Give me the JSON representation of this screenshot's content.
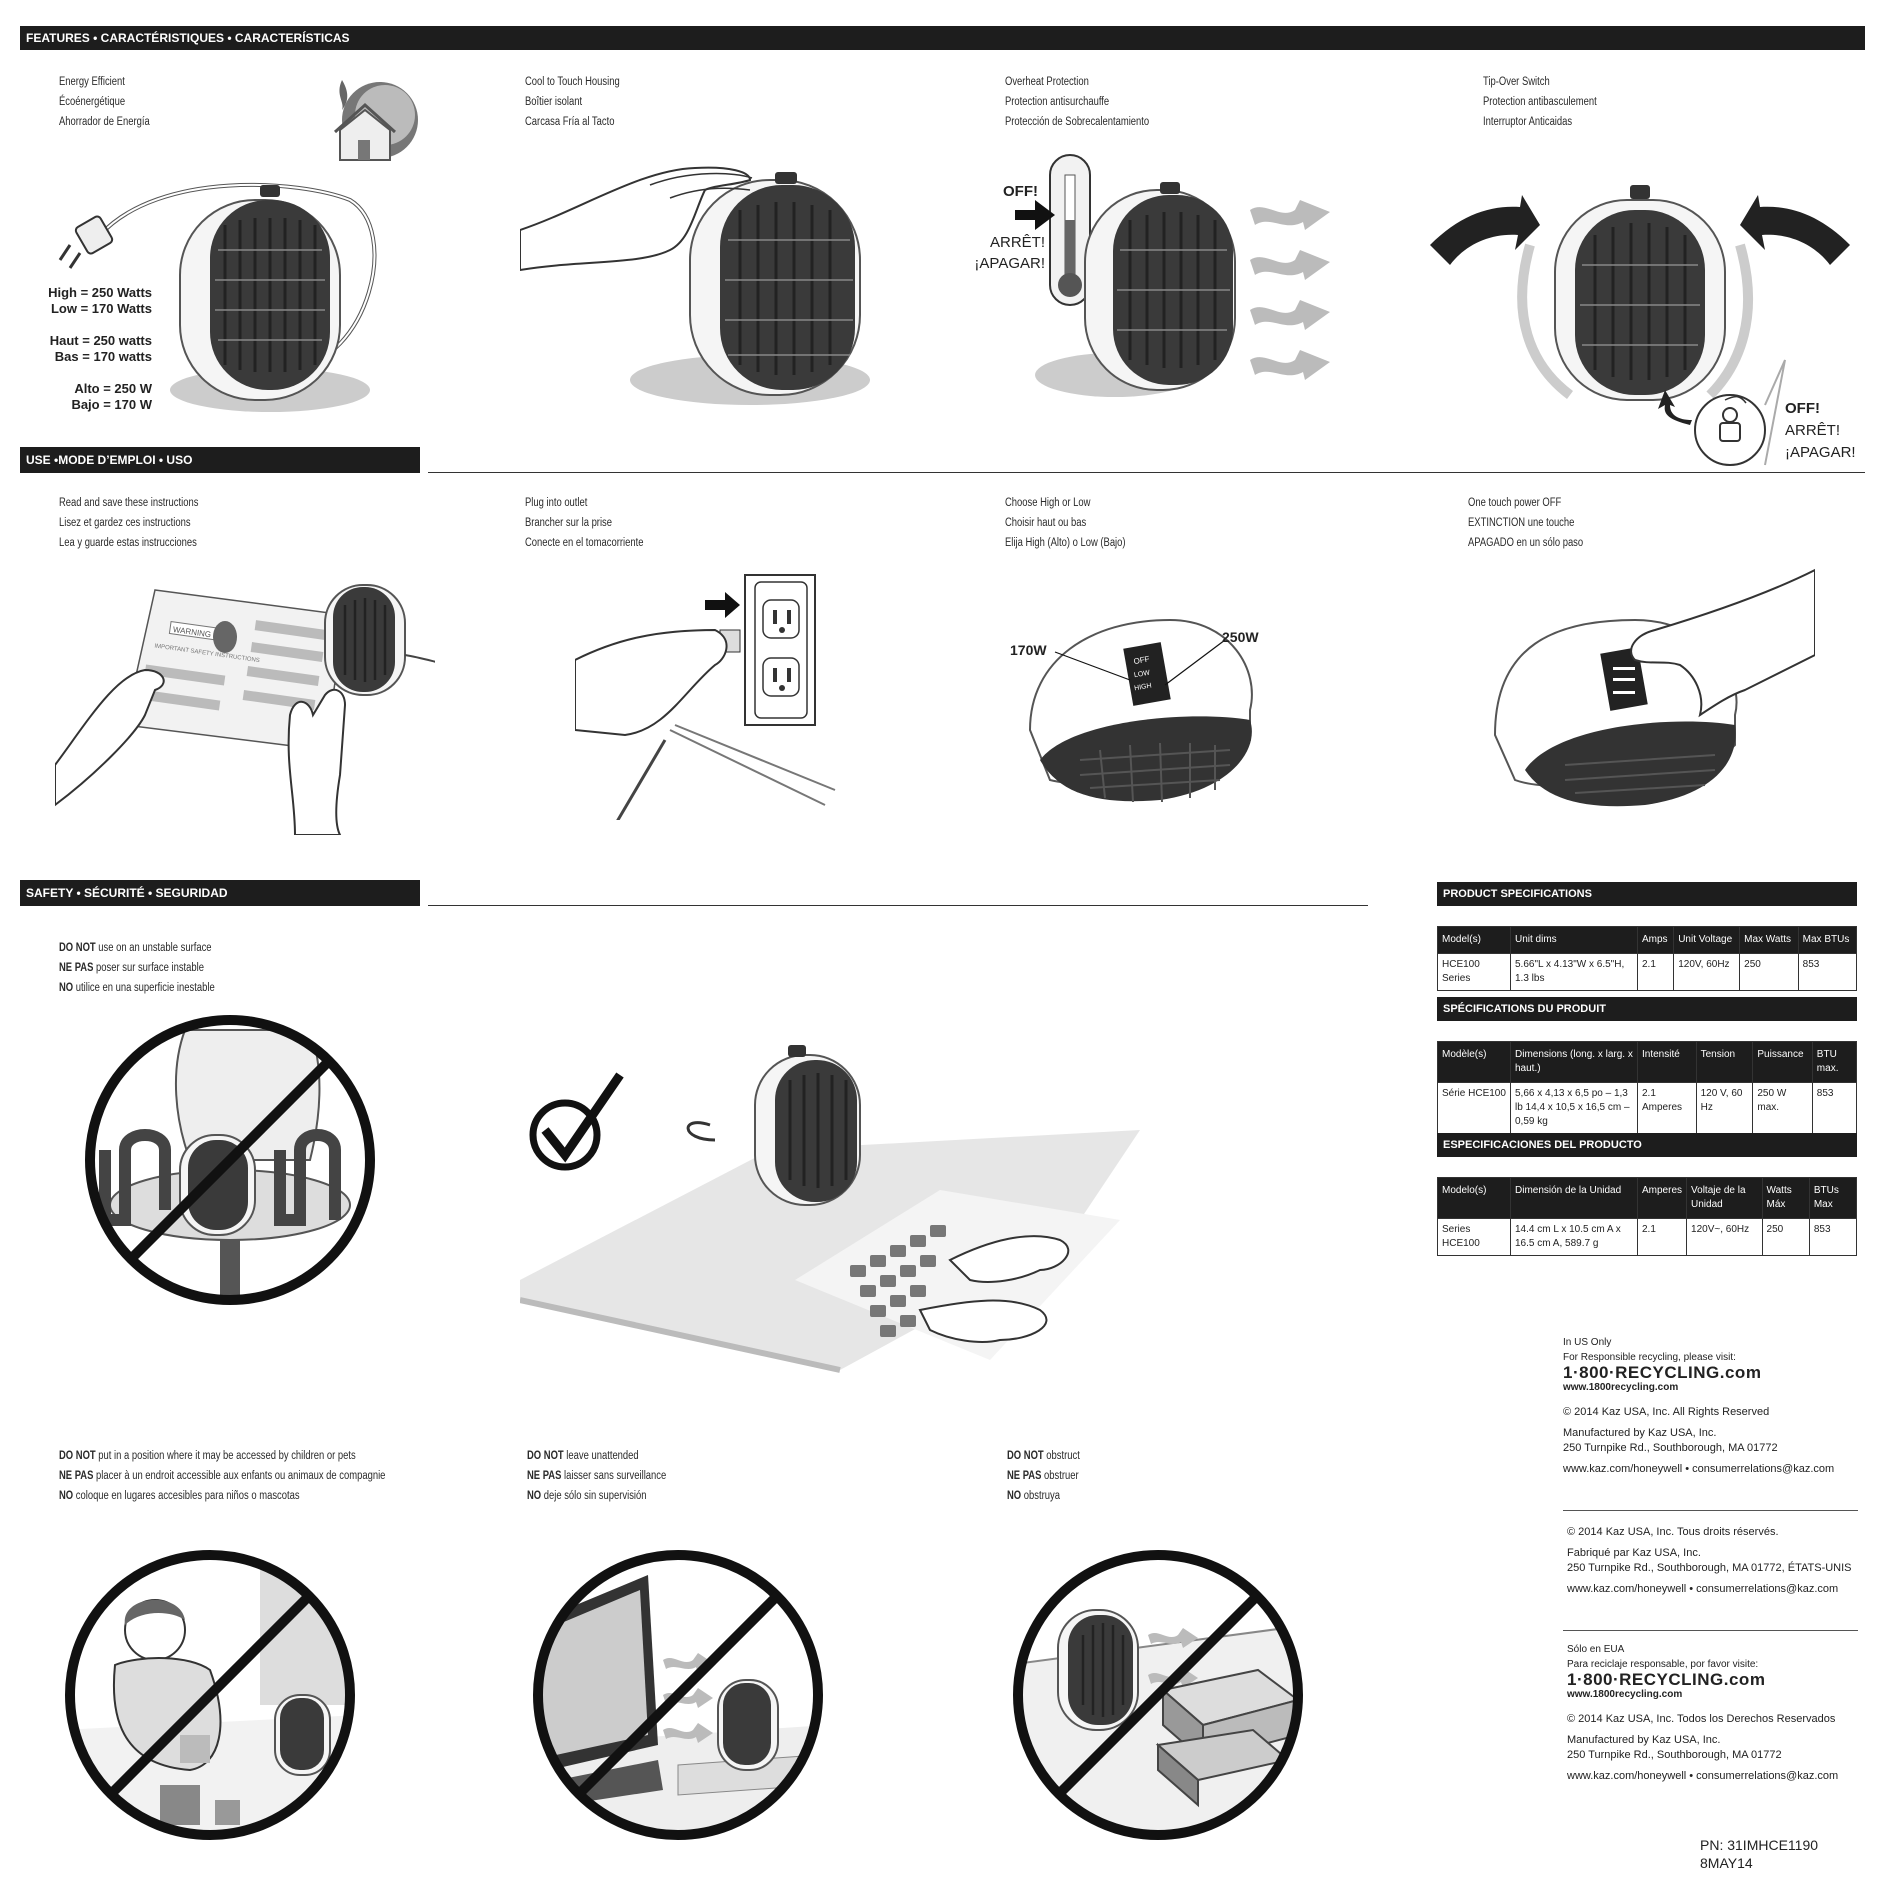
{
  "sections": {
    "features": "FEATURES • CARACTÉRISTIQUES • CARACTERÍSTICAS",
    "use": "USE •MODE D’EMPLOI • USO",
    "safety": "SAFETY • SÉCURITÉ •  SEGURIDAD"
  },
  "features": [
    {
      "l1": "Energy Efficient",
      "l2": "Écoénergétique",
      "l3": "Ahorrador de Energía"
    },
    {
      "l1": "Cool to Touch Housing",
      "l2": "Boîtier isolant",
      "l3": "Carcasa Fría al Tacto"
    },
    {
      "l1": "Overheat Protection",
      "l2": "Protection antisurchauffe",
      "l3": "Protección de Sobrecalentamiento"
    },
    {
      "l1": "Tip-Over Switch",
      "l2": "Protection antibasculement",
      "l3": "Interruptor Anticaidas"
    }
  ],
  "watts": {
    "en1": "High = 250 Watts",
    "en2": "Low = 170 Watts",
    "fr1": "Haut = 250 watts",
    "fr2": "Bas = 170 watts",
    "es1": "Alto = 250 W",
    "es2": "Bajo = 170 W"
  },
  "off_labels": {
    "en": "OFF!",
    "fr": "ARRÊT!",
    "es": "¡APAGAR!"
  },
  "use": [
    {
      "l1": "Read and save these instructions",
      "l2": "Lisez et gardez ces instructions",
      "l3": "Lea y guarde estas instrucciones"
    },
    {
      "l1": "Plug into outlet",
      "l2": "Brancher sur la prise",
      "l3": "Conecte en el tomacorriente"
    },
    {
      "l1": "Choose High or Low",
      "l2": "Choisir haut ou bas",
      "l3": "Elija High (Alto) o Low (Bajo)"
    },
    {
      "l1": "One touch power OFF",
      "l2": "EXTINCTION une touche",
      "l3": "APAGADO en un sólo paso"
    }
  ],
  "use_ill": {
    "warning": "WARNING",
    "safety": "IMPORTANT SAFETY INSTRUCTIONS",
    "w170": "170W",
    "w250": "250W",
    "sw_off": "OFF",
    "sw_low": "LOW",
    "sw_high": "HIGH"
  },
  "safety": [
    {
      "b1": "DO NOT",
      "t1": " use on an unstable surface",
      "b2": "NE PAS",
      "t2": " poser sur surface instable",
      "b3": "NO",
      "t3": " utilice en una superficie inestable"
    },
    {
      "b1": "DO NOT",
      "t1": " put in a position where it may be accessed by children or pets",
      "b2": "NE PAS",
      "t2": " placer à un endroit accessible aux enfants ou animaux de compagnie",
      "b3": "NO",
      "t3": " coloque en lugares accesibles para niños o mascotas"
    },
    {
      "b1": "DO NOT",
      "t1": " leave unattended",
      "b2": "NE PAS",
      "t2": " laisser sans surveillance",
      "b3": "NO",
      "t3": " deje sólo sin supervisión"
    },
    {
      "b1": "DO NOT",
      "t1": " obstruct",
      "b2": "NE PAS",
      "t2": " obstruer",
      "b3": "NO",
      "t3": " obstruya"
    }
  ],
  "specs": {
    "en": {
      "title": "PRODUCT SPECIFICATIONS",
      "headers": [
        "Model(s)",
        "Unit dims",
        "Amps",
        "Unit Voltage",
        "Max Watts",
        "Max BTUs"
      ],
      "row": [
        "HCE100 Series",
        "5.66\"L x 4.13\"W x 6.5\"H, 1.3 lbs",
        "2.1",
        "120V, 60Hz",
        "250",
        "853"
      ]
    },
    "fr": {
      "title": "SPÉCIFICATIONS DU PRODUIT",
      "headers": [
        "Modèle(s)",
        "Dimensions (long. x larg. x haut.)",
        "Intensité",
        "Tension",
        "Puissance",
        "BTU max."
      ],
      "row": [
        "Série HCE100",
        "5,66 x 4,13 x 6,5 po – 1,3 lb 14,4 x 10,5 x 16,5 cm – 0,59 kg",
        "2.1 Amperes",
        "120 V, 60 Hz",
        "250 W max.",
        "853"
      ]
    },
    "es": {
      "title": "ESPECIFICACIONES DEL PRODUCTO",
      "headers": [
        "Modelo(s)",
        "Dimensión de la Unidad",
        "Amperes",
        "Voltaje de la Unidad",
        "Watts Máx",
        "BTUs Max"
      ],
      "row": [
        "Series HCE100",
        "14.4 cm L x 10.5 cm A x 16.5 cm A, 589.7 g",
        "2.1",
        "120V~, 60Hz",
        "250",
        "853"
      ]
    }
  },
  "footer": {
    "en": {
      "a": "In US Only",
      "b": "For Responsible recycling, please visit:",
      "brand": "1·800·RECYCLING.com",
      "url": "www.1800recycling.com",
      "c": "© 2014 Kaz USA, Inc. All Rights Reserved",
      "d": "Manufactured by Kaz USA, Inc.",
      "e": "250 Turnpike Rd., Southborough, MA 01772",
      "f": "www.kaz.com/honeywell  •  consumerrelations@kaz.com"
    },
    "fr": {
      "c": "© 2014 Kaz USA, Inc. Tous droits réservés.",
      "d": "Fabriqué par Kaz USA, Inc.",
      "e": "250 Turnpike Rd., Southborough, MA 01772, ÉTATS-UNIS",
      "f": "www.kaz.com/honeywell  • consumerrelations@kaz.com"
    },
    "es": {
      "a": "Sólo en EUA",
      "b": "Para reciclaje responsable, por favor visite:",
      "brand": "1·800·RECYCLING.com",
      "url": "www.1800recycling.com",
      "c": "© 2014 Kaz USA, Inc. Todos los Derechos Reservados",
      "d": "Manufactured by Kaz USA, Inc.",
      "e": "250 Turnpike Rd., Southborough, MA 01772",
      "f": "www.kaz.com/honeywell • consumerrelations@kaz.com"
    }
  },
  "pn": {
    "l1": "PN: 31IMHCE1190",
    "l2": "8MAY14"
  }
}
